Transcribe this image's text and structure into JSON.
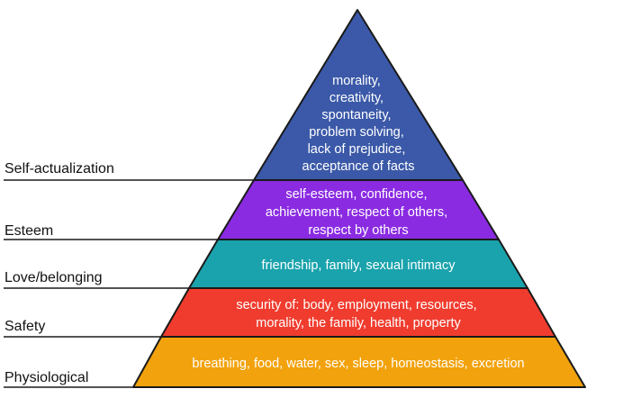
{
  "colors": {
    "outline": "#1a1a1a",
    "label_text": "#111111",
    "tier_text": "#ffffff"
  },
  "levels": [
    {
      "id": "self-actualization",
      "label": "Self-actualization",
      "color": "#3b59a8",
      "lines": [
        "morality,",
        "creativity,",
        "spontaneity,",
        "problem solving,",
        "lack of prejudice,",
        "acceptance of facts"
      ]
    },
    {
      "id": "esteem",
      "label": "Esteem",
      "color": "#8a2be2",
      "lines": [
        "self-esteem, confidence,",
        "achievement, respect of others,",
        "respect by others"
      ]
    },
    {
      "id": "love-belonging",
      "label": "Love/belonging",
      "color": "#1aa3ad",
      "lines": [
        "friendship, family, sexual intimacy"
      ]
    },
    {
      "id": "safety",
      "label": "Safety",
      "color": "#f03c2e",
      "lines": [
        "security of: body, employment, resources,",
        "morality, the family, health, property"
      ]
    },
    {
      "id": "physiological",
      "label": "Physiological",
      "color": "#f2a20c",
      "lines": [
        "breathing, food, water, sex, sleep, homeostasis, excretion"
      ]
    }
  ]
}
